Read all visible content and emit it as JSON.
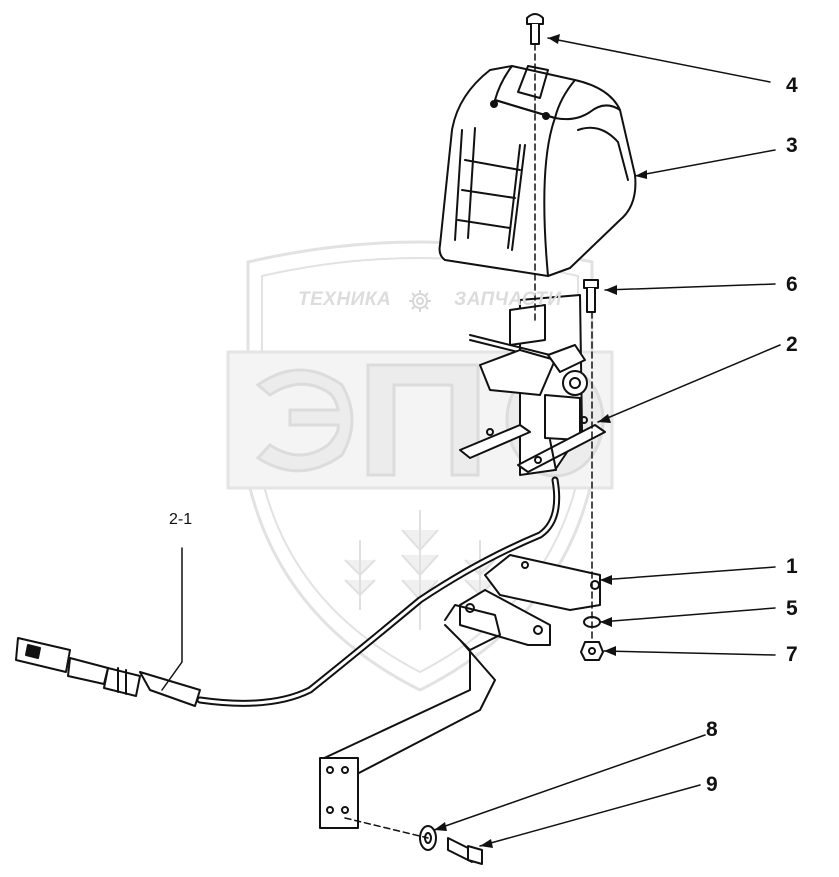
{
  "watermark": {
    "line1_left": "ТЕХНИКА",
    "line1_right": "ЗАПЧАСТИ",
    "logo_letters": "ЭПО",
    "gear_icon": "gear-icon"
  },
  "callouts": {
    "c1": "1",
    "c2": "2",
    "c2_1": "2-1",
    "c3": "3",
    "c4": "4",
    "c5": "5",
    "c6": "6",
    "c7": "7",
    "c8": "8",
    "c9": "9"
  },
  "colors": {
    "line": "#111111",
    "watermark": "#dcdcdc",
    "background": "#ffffff"
  }
}
